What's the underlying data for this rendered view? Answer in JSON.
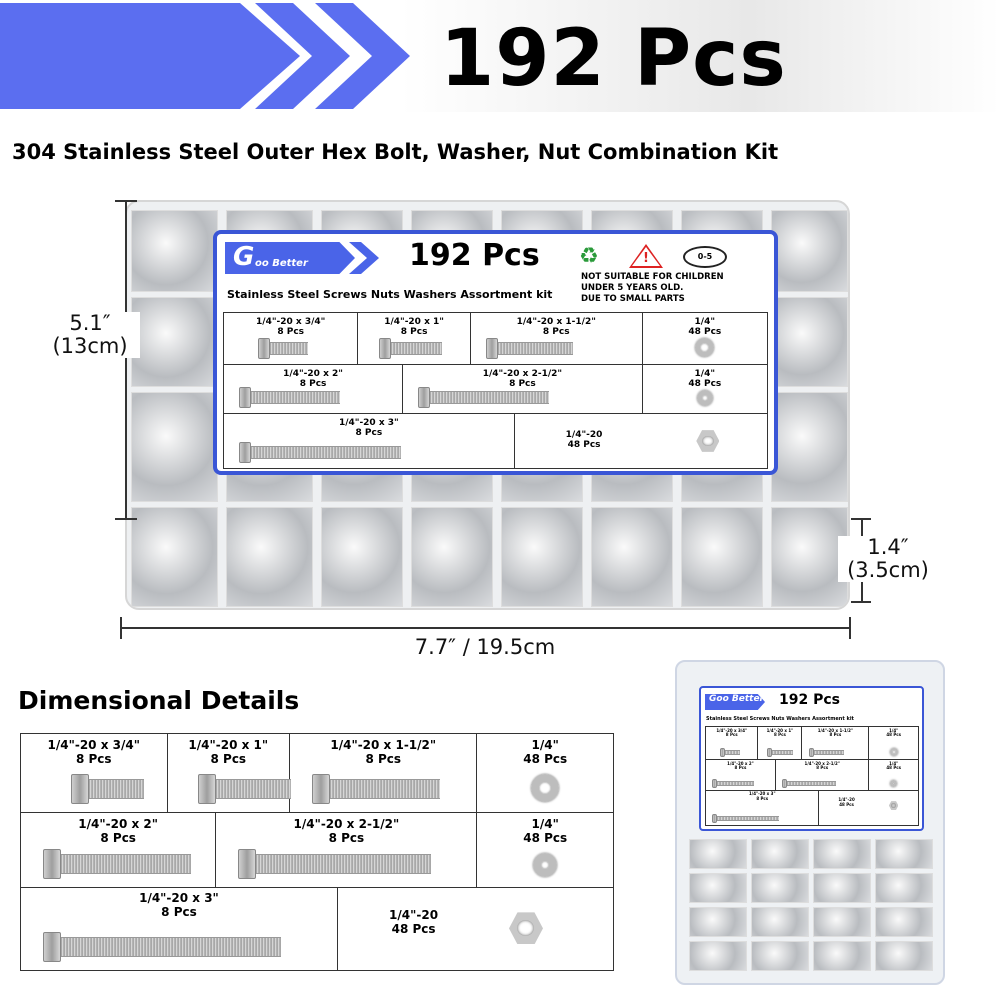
{
  "banner": {
    "title": "192 Pcs",
    "accent_color": "#5b6ef0"
  },
  "subtitle": "304 Stainless Steel Outer Hex Bolt, Washer, Nut Combination Kit",
  "label": {
    "brand": "Goo Better",
    "brand_initial": "G",
    "brand_rest": "oo Better",
    "title": "192 Pcs",
    "kit_name": "Stainless Steel Screws Nuts Washers Assortment kit",
    "warning": [
      "NOT SUITABLE FOR CHILDREN",
      "UNDER 5 YEARS OLD.",
      "DUE TO SMALL PARTS"
    ],
    "age_icon_text": "0-5",
    "icons": [
      "recycle-icon",
      "warning-triangle-icon",
      "no-children-icon"
    ],
    "border_color": "#3a56d6"
  },
  "dimensions": {
    "height": "5.1″",
    "height_cm": "(13cm)",
    "width": "7.7″ / 19.5cm",
    "depth": "1.4″",
    "depth_cm": "(3.5cm)"
  },
  "details_heading": "Dimensional Details",
  "parts": [
    [
      {
        "size": "1/4\"-20 x 3/4\"",
        "qty": "8 Pcs",
        "type": "bolt"
      },
      {
        "size": "1/4\"-20 x 1\"",
        "qty": "8 Pcs",
        "type": "bolt"
      },
      {
        "size": "1/4\"-20 x 1-1/2\"",
        "qty": "8 Pcs",
        "type": "bolt"
      },
      {
        "size": "1/4\"",
        "qty": "48 Pcs",
        "type": "washer"
      }
    ],
    [
      {
        "size": "1/4\"-20 x 2\"",
        "qty": "8 Pcs",
        "type": "bolt"
      },
      {
        "size": "1/4\"-20 x 2-1/2\"",
        "qty": "8 Pcs",
        "type": "bolt"
      },
      {
        "size": "1/4\"",
        "qty": "48 Pcs",
        "type": "lock-washer"
      }
    ],
    [
      {
        "size": "1/4\"-20 x 3\"",
        "qty": "8 Pcs",
        "type": "bolt"
      },
      {
        "size": "1/4\"-20",
        "qty": "48 Pcs",
        "type": "nut"
      }
    ]
  ]
}
